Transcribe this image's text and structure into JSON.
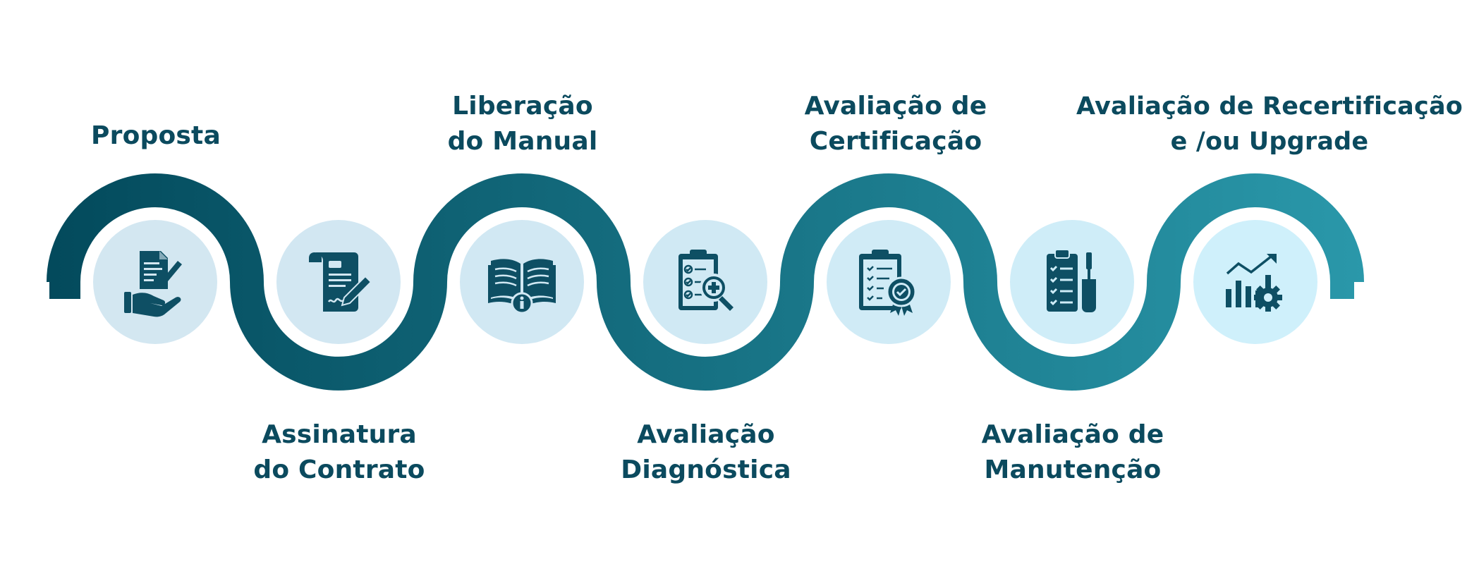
{
  "steps": [
    {
      "label_lines": [
        "Proposta"
      ],
      "icon": "proposal-hand-document-icon",
      "position": "top"
    },
    {
      "label_lines": [
        "Assinatura",
        "do Contrato"
      ],
      "icon": "contract-signature-icon",
      "position": "bottom"
    },
    {
      "label_lines": [
        "Liberação",
        "do Manual"
      ],
      "icon": "open-book-info-icon",
      "position": "top"
    },
    {
      "label_lines": [
        "Avaliação",
        "Diagnóstica"
      ],
      "icon": "clipboard-magnifier-icon",
      "position": "bottom"
    },
    {
      "label_lines": [
        "Avaliação de",
        "Certificação"
      ],
      "icon": "clipboard-certificate-icon",
      "position": "top"
    },
    {
      "label_lines": [
        "Avaliação de",
        "Manutenção"
      ],
      "icon": "clipboard-tools-icon",
      "position": "bottom"
    },
    {
      "label_lines": [
        "Avaliação de Recertificação",
        "e /ou Upgrade"
      ],
      "icon": "growth-chart-gear-icon",
      "position": "top"
    }
  ],
  "colors": {
    "text": "#0b4a5e",
    "icon": "#0e4f64",
    "wave_start": "#034a5c",
    "wave_end": "#2a98aa",
    "circle_fills": [
      "#d3e7f1",
      "#d2e7f2",
      "#d1e8f3",
      "#d0e9f4",
      "#d0ebf6",
      "#cfedf8",
      "#cff0fb"
    ]
  }
}
